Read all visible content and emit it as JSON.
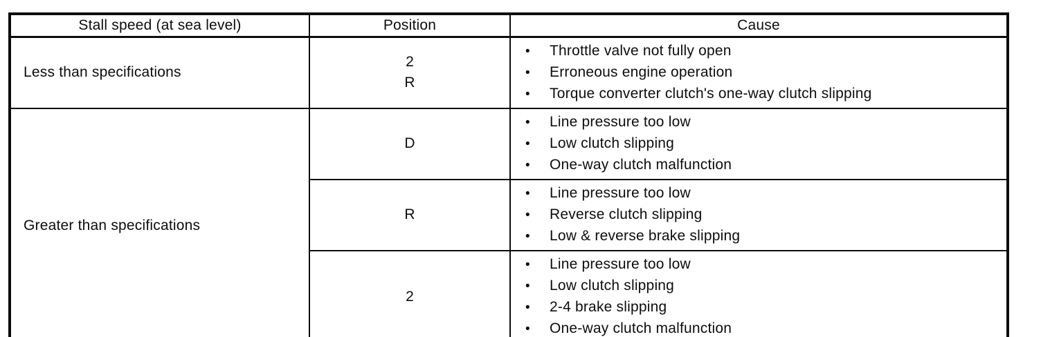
{
  "table": {
    "bullet_glyph": "•",
    "columns": [
      {
        "label": "Stall speed (at sea level)"
      },
      {
        "label": "Position"
      },
      {
        "label": "Cause"
      }
    ],
    "rows": [
      {
        "stall_speed": "Less than specifications",
        "groups": [
          {
            "position_lines": [
              "2",
              "R"
            ],
            "causes": [
              "Throttle valve not fully open",
              "Erroneous engine operation",
              "Torque converter clutch's one-way clutch slipping"
            ]
          }
        ]
      },
      {
        "stall_speed": "Greater than specifications",
        "groups": [
          {
            "position_lines": [
              "D"
            ],
            "causes": [
              "Line pressure too low",
              "Low clutch slipping",
              "One-way clutch malfunction"
            ]
          },
          {
            "position_lines": [
              "R"
            ],
            "causes": [
              "Line pressure too low",
              "Reverse clutch slipping",
              "Low & reverse brake slipping"
            ]
          },
          {
            "position_lines": [
              "2"
            ],
            "causes": [
              "Line pressure too low",
              "Low clutch slipping",
              "2-4 brake slipping",
              "One-way clutch malfunction"
            ]
          }
        ]
      }
    ]
  }
}
